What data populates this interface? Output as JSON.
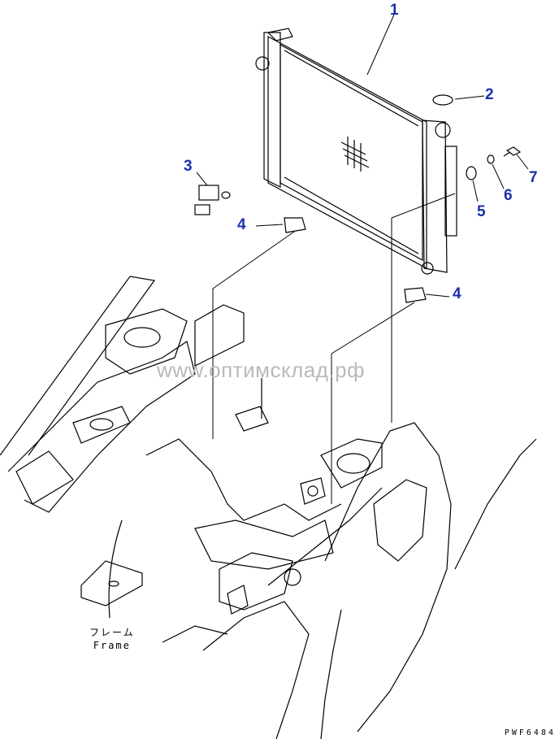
{
  "callouts": [
    "1",
    "2",
    "3",
    "4",
    "4",
    "5",
    "6",
    "7"
  ],
  "watermark": "www.оптимсклад.рф",
  "frame_label": {
    "jp": "フレーム",
    "en": "Frame"
  },
  "drawing_code": "PWF6484"
}
